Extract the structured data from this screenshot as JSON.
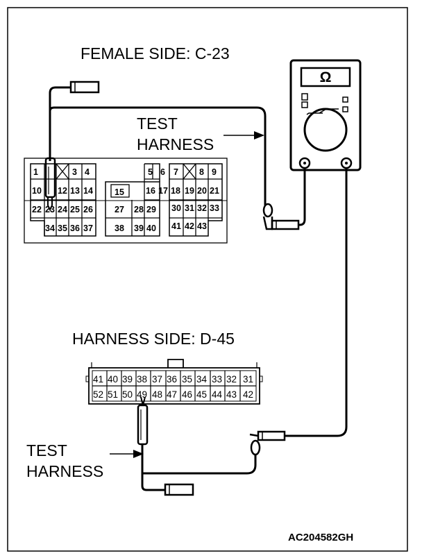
{
  "labels": {
    "female_side": "FEMALE SIDE: C-23",
    "harness_side": "HARNESS SIDE: D-45",
    "test_harness_upper": [
      "TEST",
      "HARNESS"
    ],
    "test_harness_lower": [
      "TEST",
      "HARNESS"
    ],
    "figure_code": "AC204582GH",
    "meter_symbol": "Ω"
  },
  "connector_c23": {
    "pins": [
      "1",
      "3",
      "4",
      "5",
      "6",
      "7",
      "8",
      "9",
      "10",
      "12",
      "13",
      "14",
      "15",
      "16",
      "17",
      "18",
      "19",
      "20",
      "21",
      "22",
      "23",
      "24",
      "25",
      "26",
      "27",
      "28",
      "29",
      "30",
      "31",
      "32",
      "33",
      "34",
      "35",
      "36",
      "37",
      "38",
      "39",
      "40",
      "41",
      "42",
      "43"
    ]
  },
  "connector_d45": {
    "row1": [
      "41",
      "40",
      "39",
      "38",
      "37",
      "36",
      "35",
      "34",
      "33",
      "32",
      "31"
    ],
    "row2": [
      "52",
      "51",
      "50",
      "49",
      "48",
      "47",
      "46",
      "45",
      "44",
      "43",
      "42"
    ]
  }
}
